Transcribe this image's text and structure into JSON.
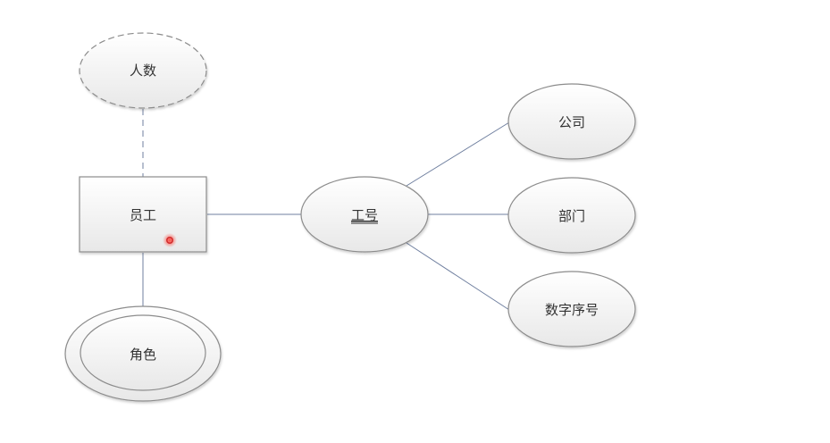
{
  "diagram": {
    "entity": {
      "label": "员工"
    },
    "attributes": {
      "headcount": {
        "label": "人数"
      },
      "employee_id": {
        "label": "工号"
      },
      "company": {
        "label": "公司"
      },
      "department": {
        "label": "部门"
      },
      "serial_number": {
        "label": "数字序号"
      }
    },
    "role": {
      "label": "角色"
    }
  },
  "colors": {
    "connector": "#6f7f9f",
    "shape_stroke": "#8c8c8c",
    "shape_fill_top": "#ffffff",
    "shape_fill_bottom": "#e9e9e9",
    "pointer": "#e53935",
    "text": "#333333"
  }
}
